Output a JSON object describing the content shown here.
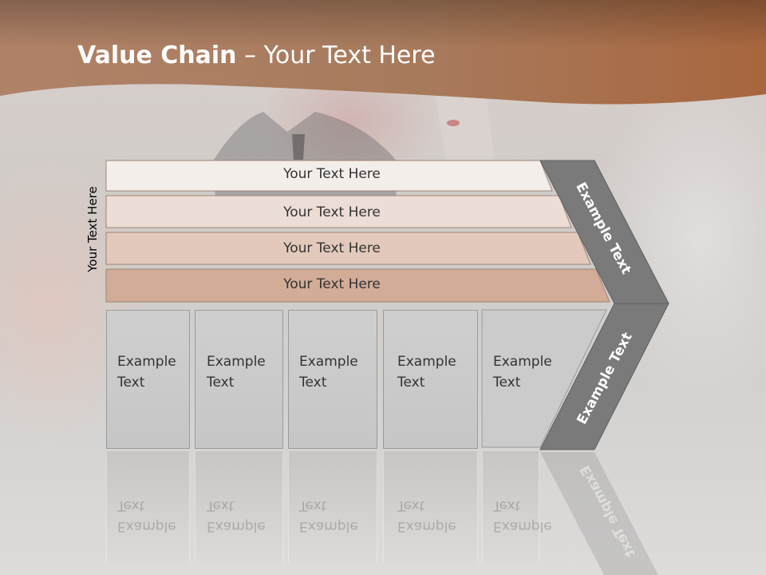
{
  "title": {
    "bold": "Value Chain",
    "rest": " – Your Text Here"
  },
  "side_label": "Your Text Here",
  "bands": [
    {
      "label": "Your Text Here",
      "color": "#f4eeeb"
    },
    {
      "label": "Your Text Here",
      "color": "#ecddd6"
    },
    {
      "label": "Your Text Here",
      "color": "#e2c9bb"
    },
    {
      "label": "Your Text Here",
      "color": "#d2ac97"
    }
  ],
  "activities": [
    {
      "label": "Example\nText"
    },
    {
      "label": "Example\nText"
    },
    {
      "label": "Example\nText"
    },
    {
      "label": "Example\nText"
    },
    {
      "label": "Example\nText"
    }
  ],
  "chevron": {
    "upper_label": "Example Text",
    "lower_label": "Example Text",
    "color": "#7a7a7a"
  },
  "header_color": "#a86a45"
}
